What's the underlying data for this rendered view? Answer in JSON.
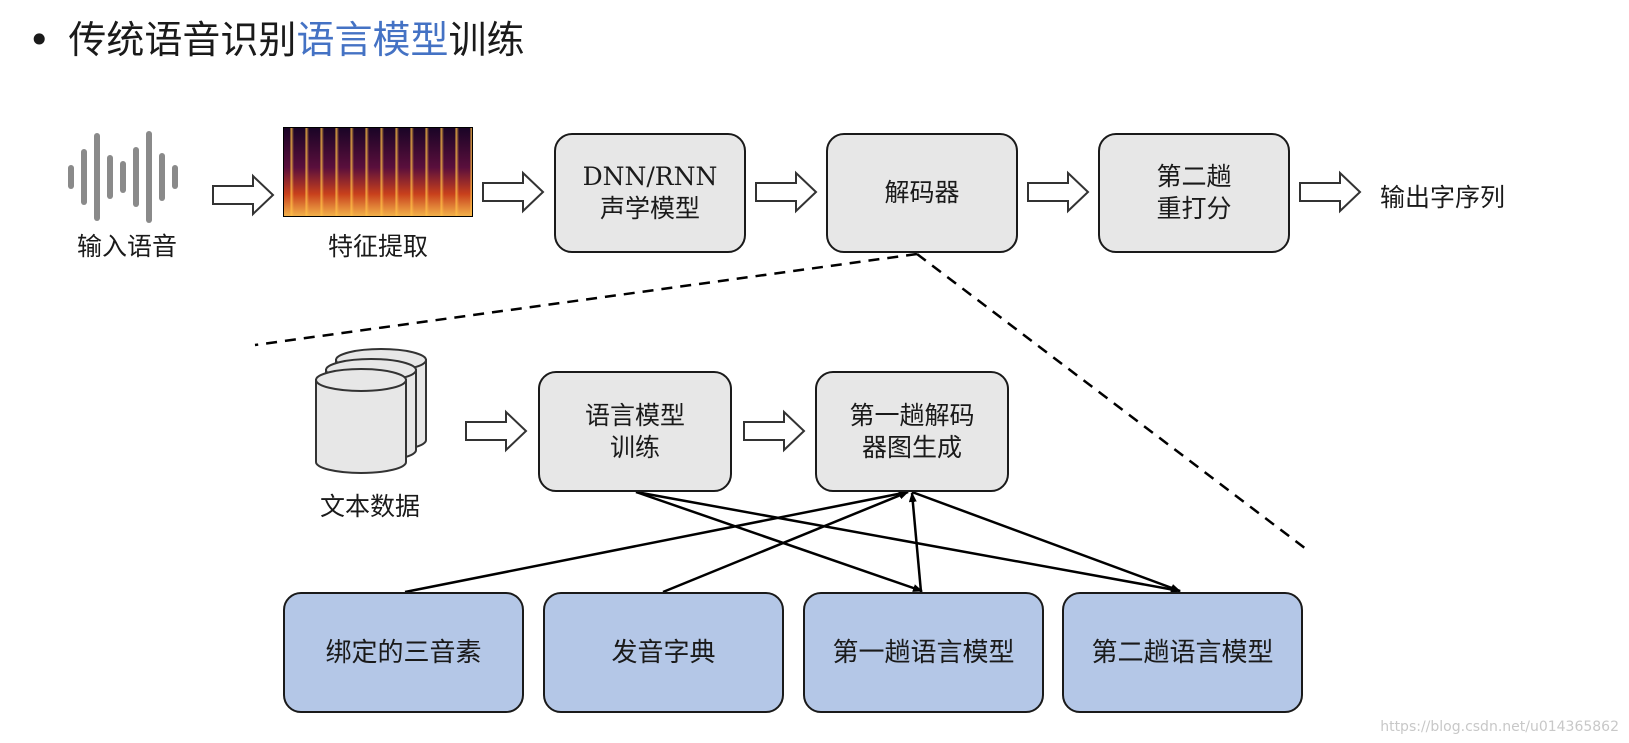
{
  "title": {
    "bullet": "•",
    "prefix": "传统语音识别",
    "highlight": "语言模型",
    "suffix": "训练"
  },
  "top_row": {
    "input_label": "输入语音",
    "feature_label": "特征提取",
    "acoustic_line1": "DNN/RNN",
    "acoustic_line2": "声学模型",
    "decoder": "解码器",
    "rescore_line1": "第二趟",
    "rescore_line2": "重打分",
    "output_label": "输出字序列"
  },
  "middle_row": {
    "text_data_label": "文本数据",
    "lm_training_line1": "语言模型",
    "lm_training_line2": "训练",
    "graph_gen_line1": "第一趟解码",
    "graph_gen_line2": "器图生成"
  },
  "bottom_row": {
    "triphone": "绑定的三音素",
    "lexicon": "发音字典",
    "first_pass_lm": "第一趟语言模型",
    "second_pass_lm": "第二趟语言模型"
  },
  "colors": {
    "highlight": "#4472c4",
    "box_gray": "#e7e7e7",
    "box_blue": "#b4c7e7"
  },
  "icons": [
    "waveform-icon",
    "spectrogram-image",
    "database-icon",
    "arrow-right-icon"
  ],
  "watermark": "https://blog.csdn.net/u014365862"
}
